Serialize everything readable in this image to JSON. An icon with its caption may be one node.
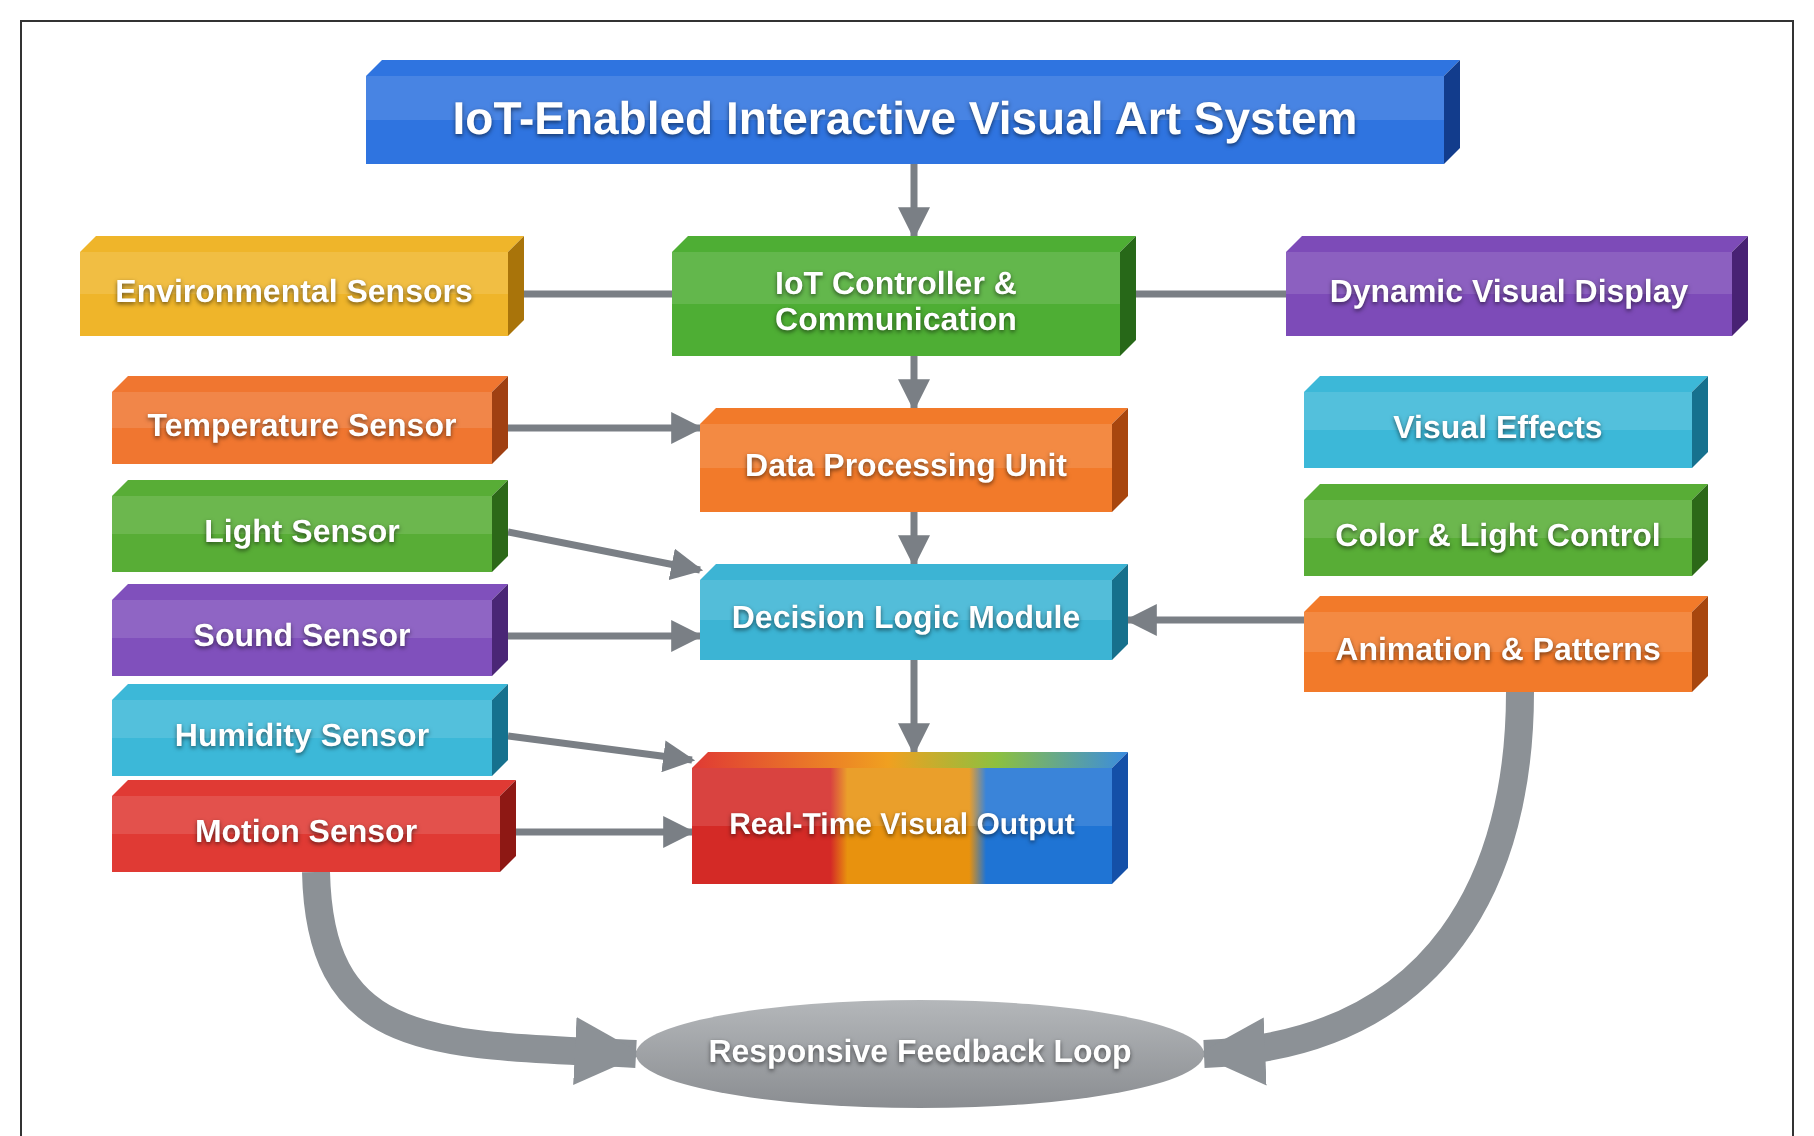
{
  "diagram": {
    "nodes": [
      {
        "text": [
          "IoT-Enabled Interactive Visual Art System"
        ]
      },
      {
        "text": [
          "Environmental Sensors"
        ]
      },
      {
        "text": [
          "IoT Controller & Communication"
        ]
      },
      {
        "text": [
          "Dynamic Visual Display"
        ]
      },
      {
        "text": [
          "Temperature Sensor"
        ]
      },
      {
        "text": [
          "Data Processing Unit"
        ]
      },
      {
        "text": [
          "Visual Effects"
        ]
      },
      {
        "text": [
          "Light Sensor"
        ]
      },
      {
        "text": [
          "Color & Light Control"
        ]
      },
      {
        "text": [
          "Sound Sensor"
        ]
      },
      {
        "text": [
          "Decision Logic Module"
        ]
      },
      {
        "text": [
          "Animation & Patterns"
        ]
      },
      {
        "text": [
          "Humidity Sensor"
        ]
      },
      {
        "text": [
          "Motion Sensor"
        ]
      },
      {
        "text": [
          "Real-Time Visual Output"
        ]
      },
      {
        "text": [
          "Responsive Feedback Loop"
        ]
      }
    ],
    "edges": [
      {
        "from": 0,
        "to": 2,
        "arrow": "to"
      },
      {
        "from": 1,
        "to": 2,
        "arrow": "none"
      },
      {
        "from": 2,
        "to": 3,
        "arrow": "none"
      },
      {
        "from": 2,
        "to": 5,
        "arrow": "to"
      },
      {
        "from": 4,
        "to": 5,
        "arrow": "to"
      },
      {
        "from": 7,
        "to": 10,
        "arrow": "to"
      },
      {
        "from": 9,
        "to": 10,
        "arrow": "to"
      },
      {
        "from": 12,
        "to": 14,
        "arrow": "to"
      },
      {
        "from": 13,
        "to": 14,
        "arrow": "to"
      },
      {
        "from": 5,
        "to": 10,
        "arrow": "to"
      },
      {
        "from": 10,
        "to": 14,
        "arrow": "to"
      },
      {
        "from": 11,
        "to": 10,
        "arrow": "to"
      },
      {
        "from": 13,
        "to": 15,
        "arrow": "to",
        "style": "thick"
      },
      {
        "from": 11,
        "to": 15,
        "arrow": "to",
        "style": "thick"
      }
    ]
  }
}
